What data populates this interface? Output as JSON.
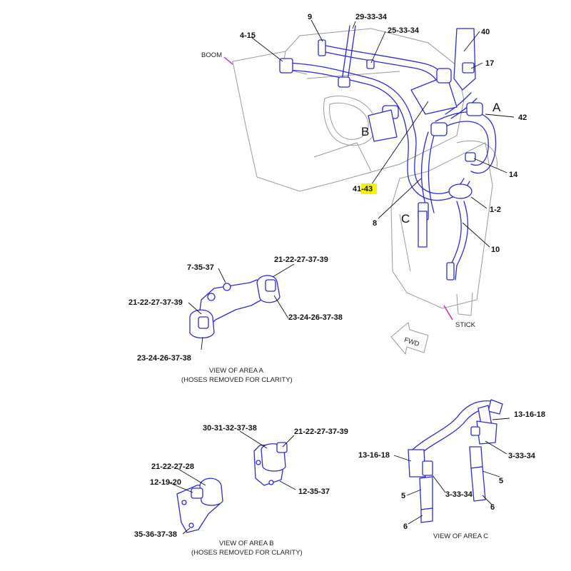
{
  "colors": {
    "part_line": "#2b2bdc",
    "ghost_line": "#9a9a9a",
    "pointer": "#d020c0",
    "highlight": "#f6f200",
    "text": "#111111"
  },
  "area_letters": {
    "a": "A",
    "b": "B",
    "c": "C"
  },
  "main_labels": {
    "boom": "BOOM",
    "stick": "STICK",
    "fwd": "FWD",
    "l9": "9",
    "l29_33_34": "29-33-34",
    "l25_33_34": "25-33-34",
    "l4_15": "4-15",
    "l40": "40",
    "l17": "17",
    "l42": "42",
    "l14": "14",
    "l41_prefix": "41-",
    "l41_suffix": "43",
    "l8": "8",
    "l1_2": "1-2",
    "l10": "10"
  },
  "view_a": {
    "caption_line1": "VIEW OF AREA A",
    "caption_line2": "(HOSES REMOVED FOR CLARITY)",
    "l7_35_37": "7-35-37",
    "l21_22_27_37_39_right": "21-22-27-37-39",
    "l21_22_27_37_39_left": "21-22-27-37-39",
    "l23_24_26_37_38_right": "23-24-26-37-38",
    "l23_24_26_37_38_bottom": "23-24-26-37-38"
  },
  "view_b": {
    "caption_line1": "VIEW OF AREA B",
    "caption_line2": "(HOSES REMOVED FOR CLARITY)",
    "l30_31_32_37_38": "30-31-32-37-38",
    "l21_22_27_37_39": "21-22-27-37-39",
    "l21_22_27_28": "21-22-27-28",
    "l12_19_20": "12-19-20",
    "l12_35_37": "12-35-37",
    "l35_36_37_38": "35-36-37-38"
  },
  "view_c": {
    "caption_line1": "VIEW OF AREA C",
    "l13_16_18_right": "13-16-18",
    "l13_16_18_left": "13-16-18",
    "l3_33_34_right": "3-33-34",
    "l3_33_34_left": "3-33-34",
    "l5_right": "5",
    "l5_left": "5",
    "l6_right": "6",
    "l6_left": "6"
  }
}
